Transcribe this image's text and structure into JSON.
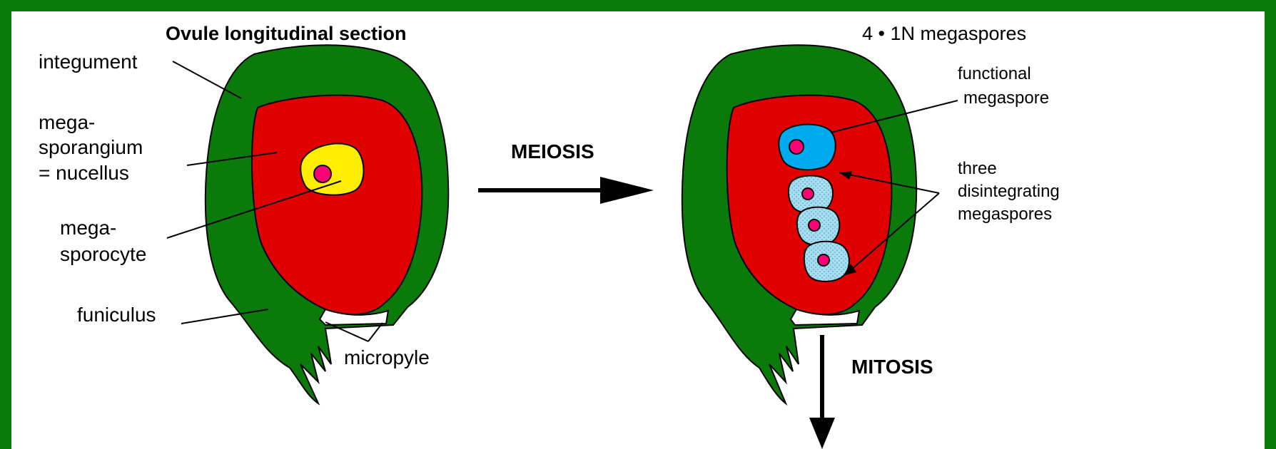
{
  "title": "Ovule longitudinal section",
  "top_right_label": "4 • 1N megaspores",
  "arrows": {
    "meiosis": "MEIOSIS",
    "mitosis": "MITOSIS"
  },
  "left_labels": {
    "integument": "integument",
    "megasporangium_1": "mega-",
    "megasporangium_2": "sporangium",
    "megasporangium_3": "= nucellus",
    "megasporocyte_1": "mega-",
    "megasporocyte_2": "sporocyte",
    "funiculus": "funiculus",
    "micropyle": "micropyle"
  },
  "right_labels": {
    "functional_1": "functional",
    "functional_2": "megaspore",
    "three_1": "three",
    "three_2": "disintegrating",
    "three_3": "megaspores"
  },
  "colors": {
    "frame": "#0a7a0a",
    "integument": "#0a7a0a",
    "nucellus": "#e00000",
    "megasporocyte": "#ffee00",
    "nucleus": "#ff0077",
    "functional_megaspore": "#00aaee",
    "disintegrating_megaspore": "#a8ddf0"
  }
}
